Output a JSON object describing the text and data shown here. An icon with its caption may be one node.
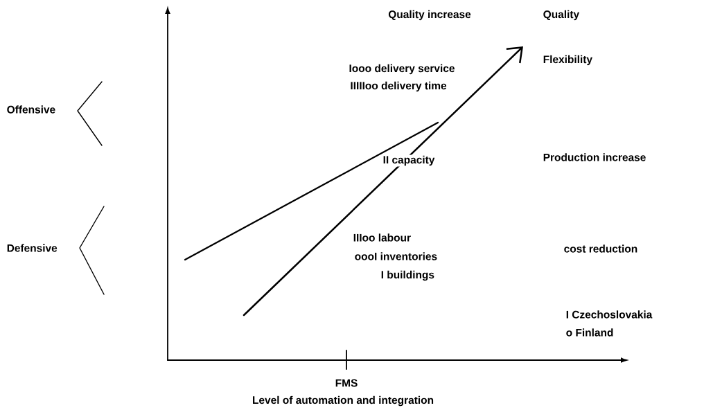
{
  "diagram": {
    "labels": [
      "Quality increase",
      "Quality",
      "Iooo delivery service",
      "IIIIIoo delivery time",
      "Offensive",
      "Flexibility",
      "II capacity",
      "Production increase",
      "IIIoo labour",
      "oooI inventories",
      "I buildings",
      "Defensive",
      "cost reduction",
      "I  Czechoslovakia",
      "o  Finland",
      "FMS",
      "Level of automation and integration"
    ]
  }
}
